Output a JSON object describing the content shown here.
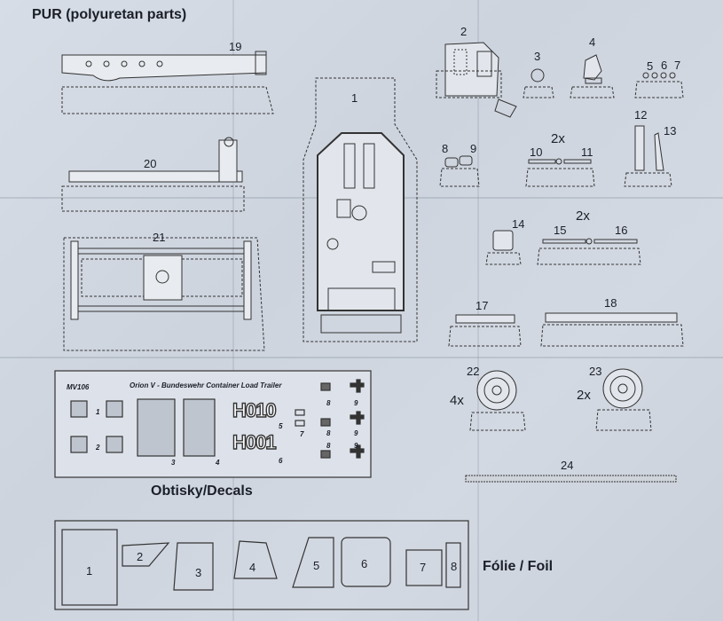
{
  "header": {
    "title": "PUR (polyuretan parts)"
  },
  "parts": {
    "p1": "1",
    "p2": "2",
    "p3": "3",
    "p4": "4",
    "p5": "5",
    "p6": "6",
    "p7": "7",
    "p8": "8",
    "p9": "9",
    "p10": "10",
    "p11": "11",
    "p12": "12",
    "p13": "13",
    "p14": "14",
    "p15": "15",
    "p16": "16",
    "p17": "17",
    "p18": "18",
    "p19": "19",
    "p20": "20",
    "p21": "21",
    "p22": "22",
    "p23": "23",
    "p24": "24"
  },
  "quantities": {
    "q_10_11": "2x",
    "q_15_16": "2x",
    "q_22": "4x",
    "q_23": "2x"
  },
  "decals": {
    "code": "MV106",
    "sheet_title": "Orion V - Bundeswehr Container Load Trailer",
    "h010": "H010",
    "h001": "H001",
    "n1": "1",
    "n2": "2",
    "n3": "3",
    "n4": "4",
    "n5": "5",
    "n6": "6",
    "n7": "7",
    "n8a": "8",
    "n8b": "8",
    "n8c": "8",
    "n9a": "9",
    "n9b": "9",
    "n9c": "9",
    "caption": "Obtisky/Decals"
  },
  "foil": {
    "caption": "Fólie / Foil",
    "f1": "1",
    "f2": "2",
    "f3": "3",
    "f4": "4",
    "f5": "5",
    "f6": "6",
    "f7": "7",
    "f8": "8"
  }
}
